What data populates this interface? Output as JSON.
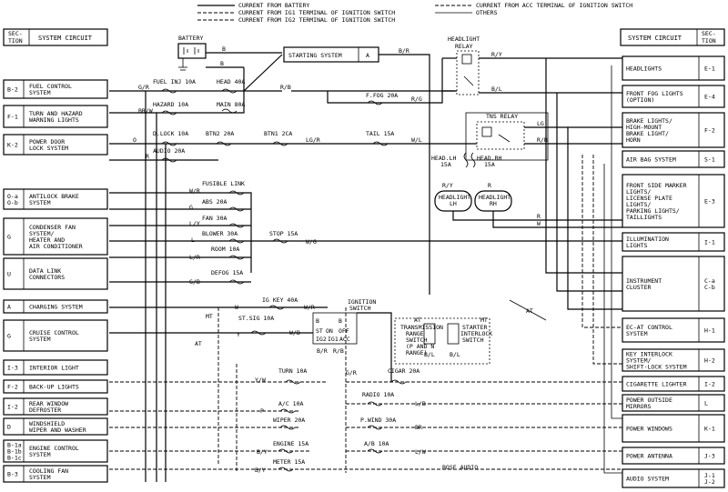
{
  "legend": {
    "battery": "CURRENT FROM BATTERY",
    "ig1": "CURRENT FROM IG1 TERMINAL OF IGNITION SWITCH",
    "ig2": "CURRENT FROM IG2 TERMINAL OF IGNITION SWITCH",
    "acc": "CURRENT FROM ACC TERMINAL OF IGNITION SWITCH",
    "others": "OTHERS"
  },
  "header_left": {
    "section": "SEC-\nTION",
    "title": "SYSTEM CIRCUIT"
  },
  "header_right": {
    "title": "SYSTEM CIRCUIT",
    "section": "SEC-\nTION"
  },
  "left_systems": [
    {
      "sec": "B-2",
      "name": "FUEL CONTROL\nSYSTEM"
    },
    {
      "sec": "F-1",
      "name": "TURN AND HAZARD\nWARNING LIGHTS"
    },
    {
      "sec": "K-2",
      "name": "POWER DOOR\nLOCK SYSTEM"
    },
    {
      "sec": "O-a\nO-b",
      "name": "ANTILOCK BRAKE\nSYSTEM"
    },
    {
      "sec": "G",
      "name": "CONDENSER FAN\nSYSTEM/\nHEATER AND\nAIR CONDITIONER"
    },
    {
      "sec": "U",
      "name": "DATA LINK\nCONNECTORS"
    },
    {
      "sec": "A",
      "name": "CHARGING SYSTEM"
    },
    {
      "sec": "G",
      "name": "CRUISE CONTROL\nSYSTEM"
    },
    {
      "sec": "I-3",
      "name": "INTERIOR LIGHT"
    },
    {
      "sec": "F-2",
      "name": "BACK-UP LIGHTS"
    },
    {
      "sec": "I-2",
      "name": "REAR WINDOW\nDEFROSTER"
    },
    {
      "sec": "D",
      "name": "WINDSHIELD\nWIPER AND WASHER"
    },
    {
      "sec": "B-1a\nB-1b\nB-1c",
      "name": "ENGINE CONTROL\nSYSTEM"
    },
    {
      "sec": "B-3",
      "name": "COOLING FAN\nSYSTEM"
    }
  ],
  "right_systems": [
    {
      "name": "HEADLIGHTS",
      "sec": "E-1"
    },
    {
      "name": "FRONT FOG LIGHTS\n(OPTION)",
      "sec": "E-4"
    },
    {
      "name": "BRAKE LIGHTS/\nHIGH-MOUNT\nBRAKE LIGHT/\nHORN",
      "sec": "F-2"
    },
    {
      "name": "AIR BAG SYSTEM",
      "sec": "S-1"
    },
    {
      "name": "FRONT SIDE MARKER\nLIGHTS/\nLICENSE PLATE\nLIGHTS/\nPARKING LIGHTS/\nTAILLIGHTS",
      "sec": "E-3"
    },
    {
      "name": "ILLUMINATION\nLIGHTS",
      "sec": "I-1"
    },
    {
      "name": "INSTRUMENT\nCLUSTER",
      "sec": "C-a\nC-b"
    },
    {
      "name": "EC-AT CONTROL\nSYSTEM",
      "sec": "H-1"
    },
    {
      "name": "KEY INTERLOCK\nSYSTEM/\nSHIFT-LOCK SYSTEM",
      "sec": "H-2"
    },
    {
      "name": "CIGARETTE LIGHTER",
      "sec": "I-2"
    },
    {
      "name": "POWER OUTSIDE\nMIRRORS",
      "sec": "L"
    },
    {
      "name": "POWER WINDOWS",
      "sec": "K-1"
    },
    {
      "name": "POWER ANTENNA",
      "sec": "J-3"
    },
    {
      "name": "AUDIO SYSTEM",
      "sec": "J-1\nJ-2"
    }
  ],
  "components": {
    "battery": "BATTERY",
    "starting_system": "STARTING SYSTEM",
    "starting_sec": "A",
    "headlight_relay": "HEADLIGHT\nRELAY",
    "tns_relay": "TNS RELAY",
    "ignition_switch": "IGNITION\nSWITCH",
    "transmission_range": "TRANSMISSION\nRANGE\nSWITCH\n(P AND N\nRANGE)",
    "starter_interlock": "STARTER\nINTERLOCK\nSWITCH",
    "headlight_lh": "HEADLIGHT\nLH",
    "headlight_rh": "HEADLIGHT\nRH",
    "bose_audio": "BOSE AUDIO"
  },
  "fuses": {
    "fuel_inj": "FUEL INJ 10A",
    "hazard": "HAZARD 10A",
    "head": "HEAD 40A",
    "main": "MAIN 80A",
    "f_fog": "F.FOG 20A",
    "d_lock": "D.LOCK 10A",
    "audio": "AUDIO 20A",
    "btn2": "BTN2 20A",
    "btn1": "BTN1 2CA",
    "tail": "TAIL 15A",
    "fusible": "FUSIBLE LINK",
    "abs": "ABS 20A",
    "fan": "FAN 30A",
    "blower": "BLOWER 30A",
    "stop": "STOP 15A",
    "room": "ROOM 10A",
    "defog": "DEFOG 15A",
    "ig_key": "IG KEY 40A",
    "st_sig": "ST.SIG 10A",
    "turn": "TURN 10A",
    "cigar": "CIGAR 20A",
    "radio": "RADIO 10A",
    "ac": "A/C 10A",
    "wiper": "WIPER 20A",
    "p_wind": "P.WIND 30A",
    "engine": "ENGINE 15A",
    "ab": "A/B 10A",
    "meter": "METER 15A",
    "head_lh": "HEAD.LH\n15A",
    "head_rh": "HEAD.RH\n15A"
  },
  "wire_labels": {
    "b1": "B",
    "b2": "B",
    "br": "B/R",
    "ry": "R/Y",
    "bl": "B/L",
    "gr": "G/R",
    "rb": "R/B",
    "rg": "R/G",
    "brw": "BR/W",
    "o": "O",
    "r1": "R",
    "lgr": "LG/R",
    "wl": "W/L",
    "lg": "LG",
    "rb2": "R/B",
    "wr": "W/R",
    "g1": "G",
    "ly": "L/Y",
    "l1": "L",
    "wg": "W/G",
    "lr": "L/R",
    "gb": "G/B",
    "w1": "W",
    "wr2": "W/R",
    "y1": "Y",
    "wb": "W/B",
    "br2": "B/R",
    "rb3": "R/B",
    "yw": "Y/W",
    "gr2": "G/R",
    "lb": "L/B",
    "p": "P",
    "br3": "BR",
    "by": "B/Y",
    "lw": "L/W",
    "byb": "B/Y",
    "ry2": "R/Y",
    "r2": "R",
    "w2": "W",
    "mt": "MT",
    "at": "AT",
    "mt2": "MT",
    "at2": "AT",
    "at3": "AT",
    "rw1": "R/W",
    "rw2": "R/W",
    "bl2": "B/L",
    "bl3": "B/L",
    "at4": "AT",
    "mt3": "MT"
  },
  "ig_terminals": {
    "st": "ST",
    "on": "ON",
    "off": "OFF",
    "acc": "ACC",
    "ig1": "IG1",
    "ig2": "IG2",
    "b": "B",
    "b2": "B"
  }
}
